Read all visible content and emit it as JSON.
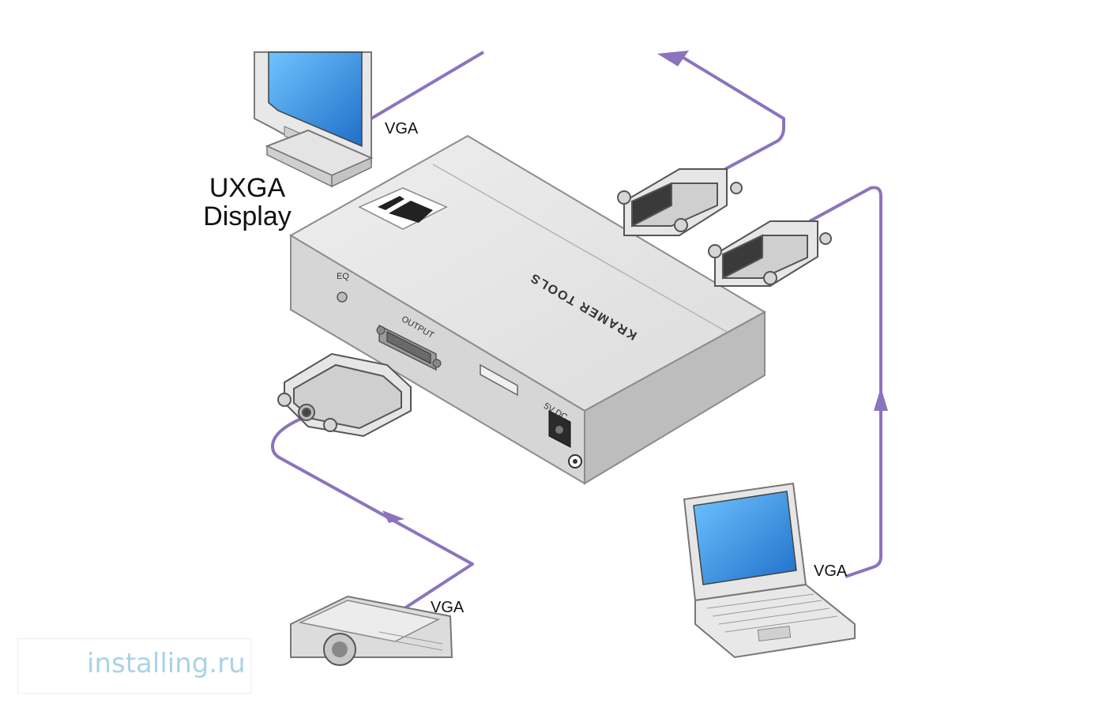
{
  "labels": {
    "display": "UXGA\nDisplay",
    "vga_monitor": "VGA",
    "vga_laptop": "VGA",
    "vga_projector": "VGA"
  },
  "device": {
    "brand": "KRAMER TOOLS",
    "eq_label": "EQ",
    "output_label": "OUTPUT",
    "power_label": "5V DC"
  },
  "watermark": {
    "text": "installing.ru"
  },
  "icons": [
    "monitor-icon",
    "laptop-icon",
    "projector-icon",
    "vga-connector-icon",
    "kramer-logo-icon",
    "watermark-logo-icon"
  ],
  "colors": {
    "cable": "#8b74bd",
    "device_top": "#e6e6e6",
    "device_front": "#d2d2d2",
    "screen_blue": "#2f8fe0",
    "watermark": "#a9d3e8"
  }
}
